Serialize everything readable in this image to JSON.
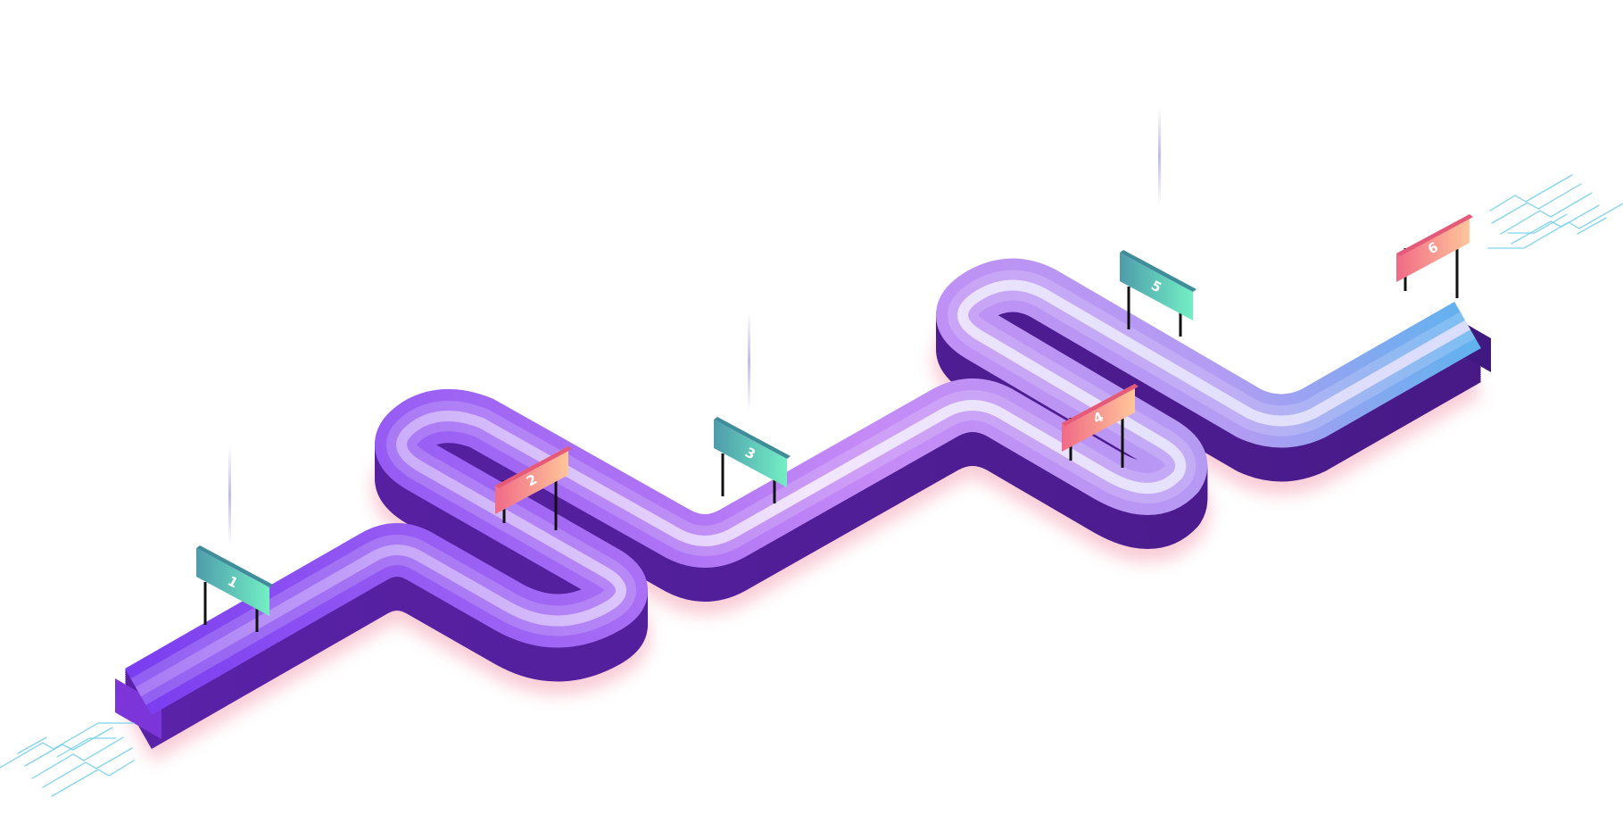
{
  "colors": {
    "road_top_start": "#7a3df0",
    "road_top_mid": "#c58af6",
    "road_top_end": "#58b4ee",
    "road_side": "#4d1b91",
    "road_stripe": "#f1e4ff",
    "teal_sign": [
      "#4e9cab",
      "#73efc4"
    ],
    "coral_sign": [
      "#f06a86",
      "#ffc69a"
    ],
    "circuit": "#7fd3ef",
    "beam": "#b8b4e6"
  },
  "milestones": [
    {
      "label": "1",
      "style": "teal"
    },
    {
      "label": "2",
      "style": "coral"
    },
    {
      "label": "3",
      "style": "teal"
    },
    {
      "label": "4",
      "style": "coral"
    },
    {
      "label": "5",
      "style": "teal"
    },
    {
      "label": "6",
      "style": "coral"
    }
  ]
}
